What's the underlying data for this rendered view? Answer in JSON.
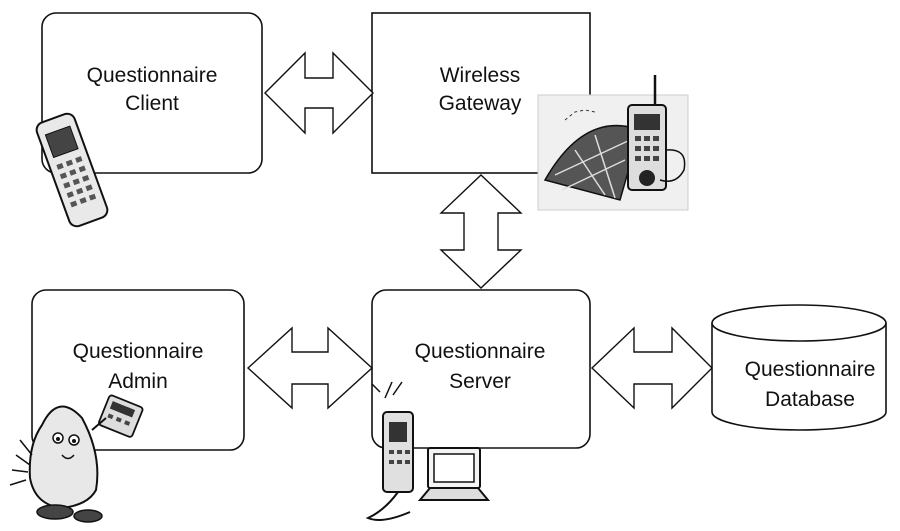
{
  "diagram": {
    "nodes": {
      "client": {
        "line1": "Questionnaire",
        "line2": "Client"
      },
      "gateway": {
        "line1": "Wireless",
        "line2": "Gateway"
      },
      "admin": {
        "line1": "Questionnaire",
        "line2": "Admin"
      },
      "server": {
        "line1": "Questionnaire",
        "line2": "Server"
      },
      "database": {
        "line1": "Questionnaire",
        "line2": "Database"
      }
    },
    "connections": [
      {
        "from": "Questionnaire Client",
        "to": "Wireless Gateway",
        "direction": "bidirectional"
      },
      {
        "from": "Wireless Gateway",
        "to": "Questionnaire Server",
        "direction": "bidirectional"
      },
      {
        "from": "Questionnaire Admin",
        "to": "Questionnaire Server",
        "direction": "bidirectional"
      },
      {
        "from": "Questionnaire Server",
        "to": "Questionnaire Database",
        "direction": "bidirectional"
      }
    ],
    "icons": [
      "mobile-phone-icon",
      "satellite-phone-icon",
      "cartoon-character-icon",
      "phone-and-laptop-icon"
    ],
    "colors": {
      "stroke": "#111111",
      "fill": "#ffffff",
      "text": "#111111"
    }
  }
}
